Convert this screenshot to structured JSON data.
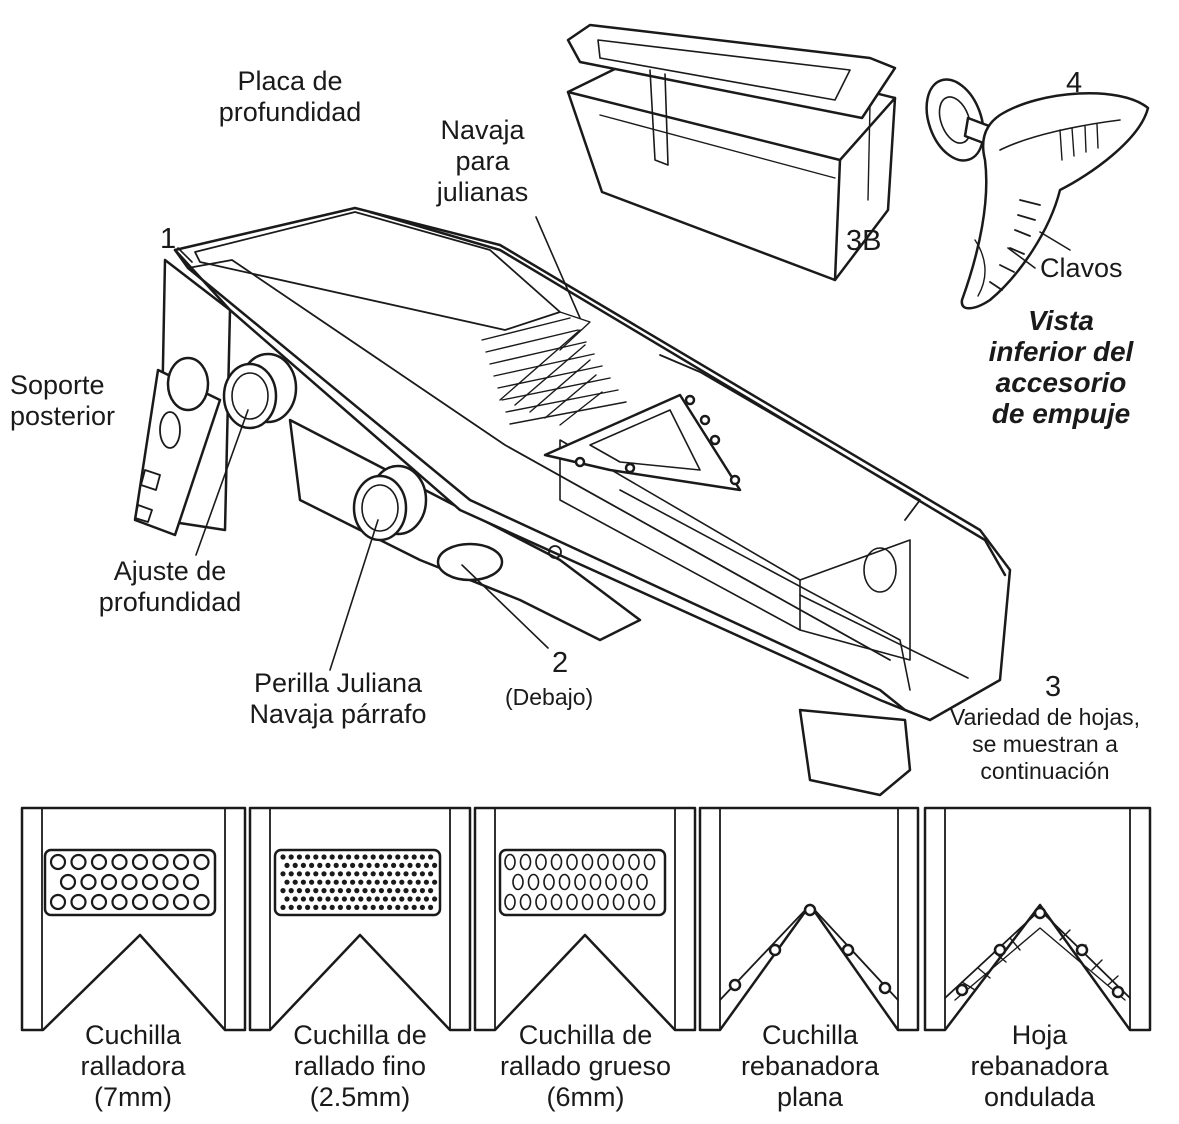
{
  "labels": {
    "part_1": "1",
    "depth_plate": "Placa de\nprofundidad",
    "julienne_blade": "Navaja\npara\njulianas",
    "part_3b": "3B",
    "part_4": "4",
    "spikes": "Clavos",
    "pusher_bottom_view": "Vista\ninferior del\naccesorio\nde empuje",
    "rear_support": "Soporte\nposterior",
    "depth_adjust": "Ajuste de\nprofundidad",
    "julienne_knob": "Perilla Juliana\nNavaja párrafo",
    "part_2": "2",
    "underneath": "(Debajo)",
    "part_3": "3",
    "blade_variety": "Variedad de hojas,\nse muestran a\ncontinuación"
  },
  "blades": [
    {
      "label": "Cuchilla\nralladora\n(7mm)",
      "type": "coarse-grater-blade"
    },
    {
      "label": "Cuchilla de\nrallado fino\n(2.5mm)",
      "type": "fine-grater-blade"
    },
    {
      "label": "Cuchilla de\nrallado grueso\n(6mm)",
      "type": "thick-grater-blade"
    },
    {
      "label": "Cuchilla\nrebanadora\nplana",
      "type": "straight-slicer-blade"
    },
    {
      "label": "Hoja\nrebanadora\nondulada",
      "type": "wavy-slicer-blade"
    }
  ],
  "colors": {
    "line": "#1a1a1a",
    "fill": "#ffffff",
    "shade": "#e9e9e9"
  }
}
